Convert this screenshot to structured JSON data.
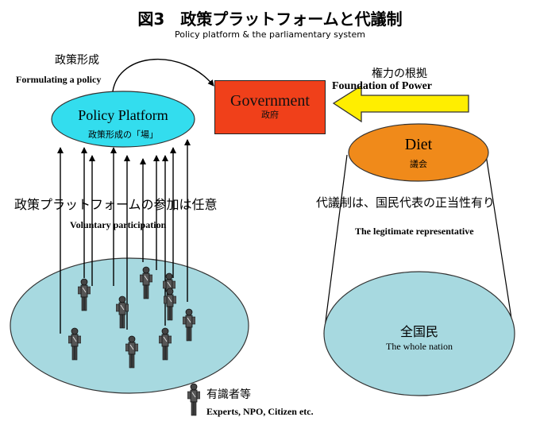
{
  "header": {
    "title": "図3　政策プラットフォームと代議制",
    "subtitle": "Policy platform & the parliamentary system"
  },
  "policy_formation": {
    "jp": "政策形成",
    "en": "Formulating a policy"
  },
  "policy_platform": {
    "en": "Policy Platform",
    "jp": "政策形成の「場」"
  },
  "government": {
    "en": "Government",
    "jp": "政府"
  },
  "foundation": {
    "jp": "権力の根拠",
    "en": "Foundation of Power"
  },
  "diet": {
    "en": "Diet",
    "jp": "議会"
  },
  "voluntary": {
    "jp": "政策プラットフォームの参加は任意",
    "en": "Voluntary participation"
  },
  "legitimate": {
    "jp": "代議制は、国民代表の正当性有り",
    "en": "The  legitimate representative"
  },
  "nation": {
    "jp": "全国民",
    "en": "The whole nation"
  },
  "experts": {
    "jp": "有識者等",
    "en": "Experts, NPO,  Citizen etc."
  },
  "colors": {
    "platform_fill": "#33ddee",
    "crowd_fill": "#a7d9e0",
    "government_fill": "#f0401a",
    "diet_fill": "#f08a1a",
    "nation_fill": "#a7d9e0",
    "arrow_fill": "#ffee00",
    "arrow_stroke": "#333333"
  }
}
